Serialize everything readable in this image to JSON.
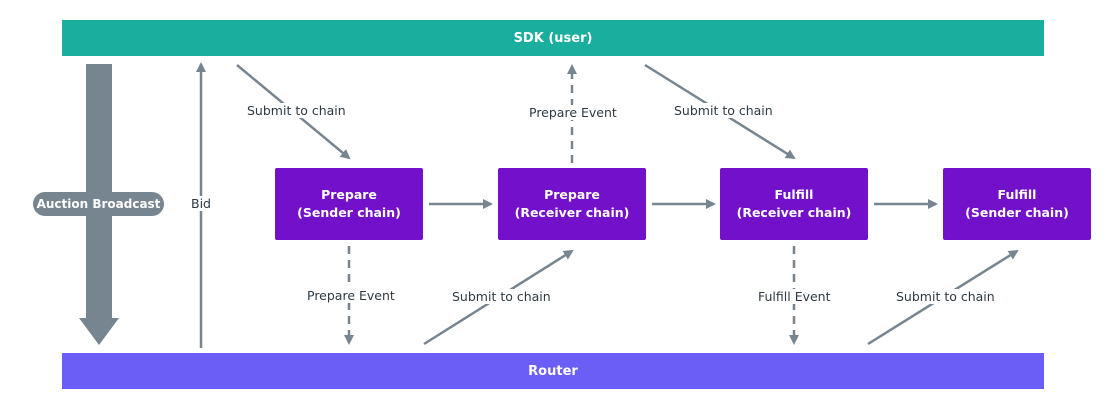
{
  "lanes": {
    "sdk": "SDK (user)",
    "router": "Router"
  },
  "boxes": [
    {
      "line1": "Prepare",
      "line2": "(Sender chain)"
    },
    {
      "line1": "Prepare",
      "line2": "(Receiver chain)"
    },
    {
      "line1": "Fulfill",
      "line2": "(Receiver chain)"
    },
    {
      "line1": "Fulfill",
      "line2": "(Sender chain)"
    }
  ],
  "labels": {
    "auction_broadcast": "Auction Broadcast",
    "bid": "Bid",
    "submit_top_1": "Submit to chain",
    "prepare_event_top": "Prepare Event",
    "submit_top_2": "Submit to chain",
    "prepare_event_bottom": "Prepare Event",
    "submit_bottom_1": "Submit to chain",
    "fulfill_event_bottom": "Fulfill Event",
    "submit_bottom_2": "Submit to chain"
  },
  "colors": {
    "sdk_lane": "#1aae9f",
    "router_lane": "#6b5ef7",
    "box": "#7211c9",
    "arrow": "#778590"
  }
}
